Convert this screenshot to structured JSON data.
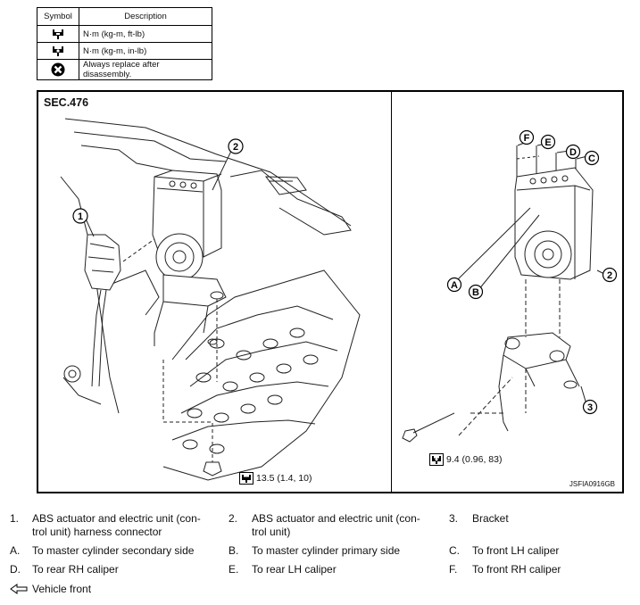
{
  "legend": {
    "header_symbol": "Symbol",
    "header_description": "Description",
    "rows": [
      {
        "icon": "torque-wrench-icon",
        "description": "N·m (kg-m, ft-lb)"
      },
      {
        "icon": "torque-wrench-in-lb-icon",
        "description": "N·m (kg-m, in-lb)"
      },
      {
        "icon": "always-replace-icon",
        "description": "Always replace after disassembly."
      }
    ]
  },
  "diagram": {
    "section": "SEC.476",
    "code": "JSFIA0916GB",
    "torque_left": "13.5 (1.4, 10)",
    "torque_right": "9.4 (0.96, 83)",
    "callouts_left": [
      "1",
      "2"
    ],
    "callouts_right": [
      "2",
      "3",
      "A",
      "B",
      "C",
      "D",
      "E",
      "F"
    ]
  },
  "parts": [
    {
      "num": "1.",
      "text": "ABS actuator and electric unit (con-\ntrol unit) harness connector"
    },
    {
      "num": "2.",
      "text": "ABS actuator and electric unit (con-\ntrol unit)"
    },
    {
      "num": "3.",
      "text": "Bracket"
    },
    {
      "num": "A.",
      "text": "To master cylinder secondary side"
    },
    {
      "num": "B.",
      "text": "To master cylinder primary side"
    },
    {
      "num": "C.",
      "text": "To front LH caliper"
    },
    {
      "num": "D.",
      "text": "To rear RH caliper"
    },
    {
      "num": "E.",
      "text": "To rear LH caliper"
    },
    {
      "num": "F.",
      "text": "To front RH caliper"
    }
  ],
  "vehicle_front": "Vehicle front"
}
